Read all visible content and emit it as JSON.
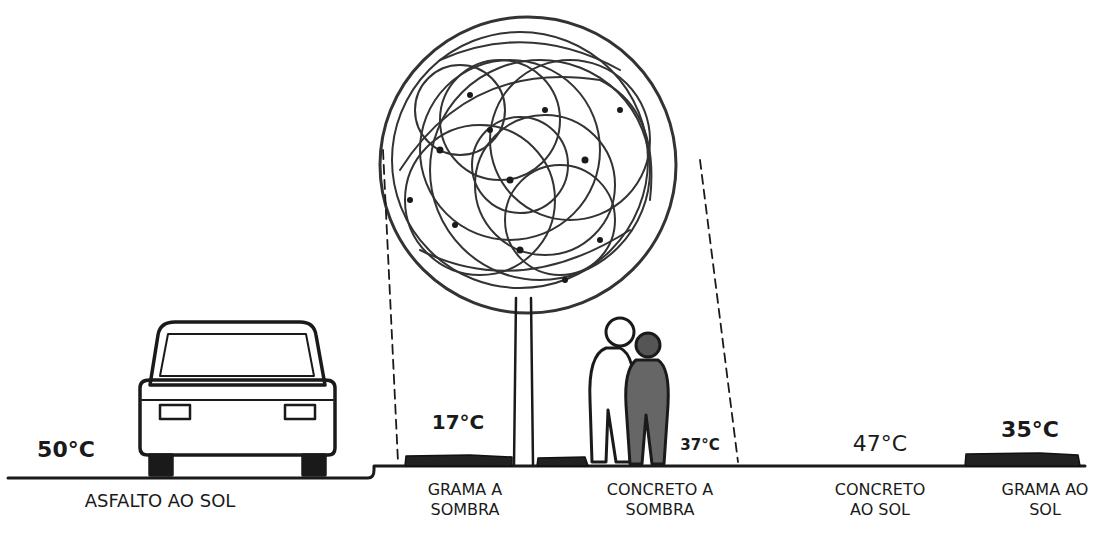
{
  "diagram": {
    "labels": [
      "50°C",
      "ASFALTO AO SOL",
      "17°C",
      "GRAMA A SOMBRA",
      "37°C",
      "CONCRETO A SOMBRA",
      "47°C",
      "CONCRETO AO SOL",
      "35°C",
      "GRAMA AO SOL"
    ]
  }
}
